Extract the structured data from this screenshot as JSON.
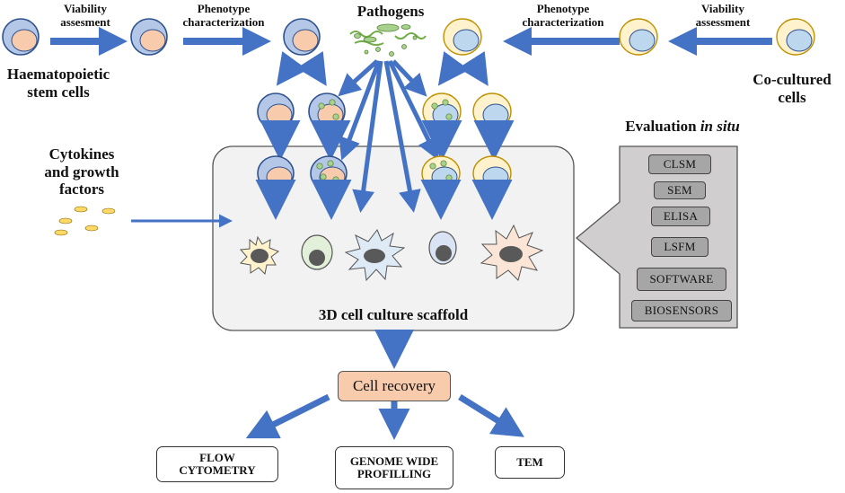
{
  "labels": {
    "viability_left": "Viability\nassesment",
    "phenotype_left": "Phenotype\ncharacterization",
    "pathogens": "Pathogens",
    "phenotype_right": "Phenotype\ncharacterization",
    "viability_right": "Viability\nassessment",
    "hsc": "Haematopoietic\nstem cells",
    "cocultured": "Co-cultured\ncells",
    "cytokines": "Cytokines\nand growth\nfactors",
    "evaluation_prefix": "Evaluation ",
    "evaluation_italic": "in situ",
    "scaffold": "3D cell culture scaffold"
  },
  "evaluation_tools": [
    "CLSM",
    "SEM",
    "ELISA",
    "LSFM",
    "SOFTWARE",
    "BIOSENSORS"
  ],
  "recovery": "Cell recovery",
  "outputs": {
    "flow": "FLOW\nCYTOMETRY",
    "genome": "GENOME WIDE\nPROFILLING",
    "tem": "TEM"
  },
  "colors": {
    "arrow": "#4472c4",
    "hsc_outer": "#b4c7e7",
    "hsc_nucleus": "#f8cbad",
    "cocult_outer": "#fff2cc",
    "cocult_nucleus": "#bdd7ee",
    "pathogen": "#a9d18e",
    "cytokine": "#ffd966",
    "scaffold": "#f2f2f2",
    "panel": "#d0cece",
    "tool": "#a6a6a6",
    "recovery": "#f8cbad"
  }
}
